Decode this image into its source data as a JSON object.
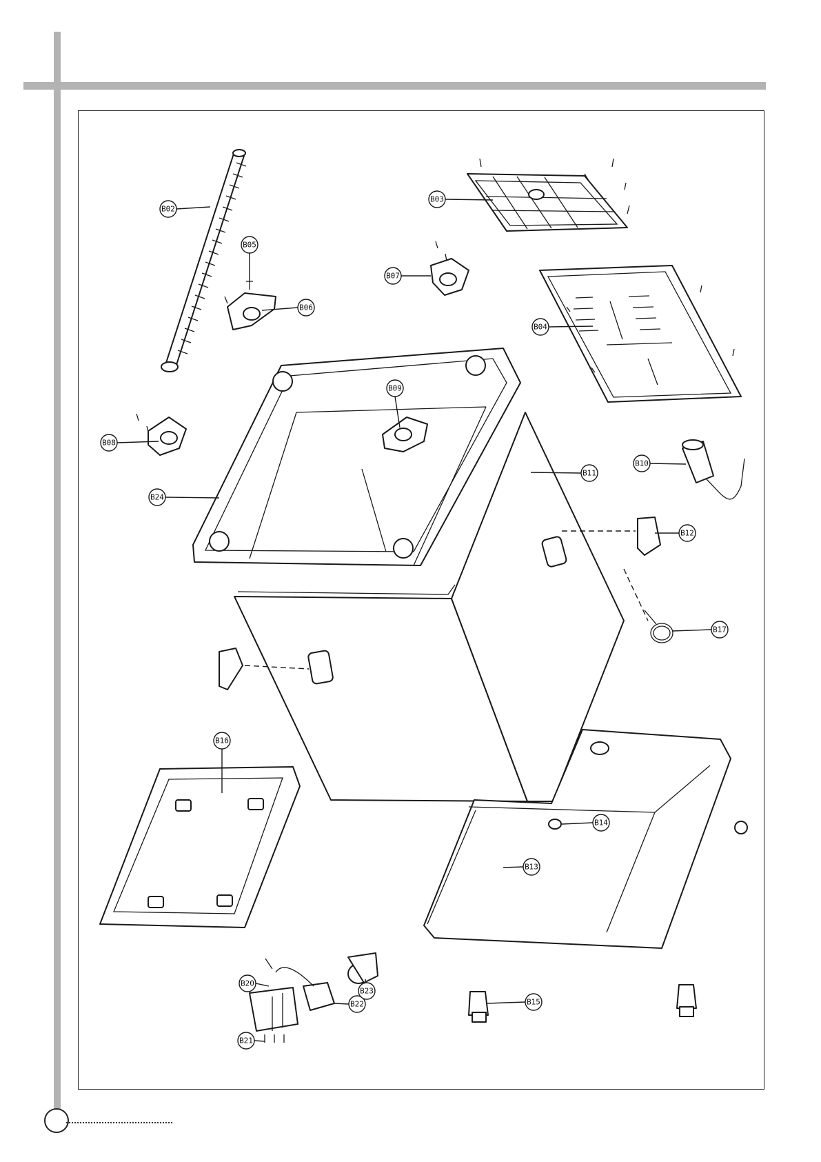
{
  "callouts": [
    "B02",
    "B03",
    "B04",
    "B05",
    "B06",
    "B07",
    "B08",
    "B09",
    "B10",
    "B11",
    "B12",
    "B13",
    "B14",
    "B15",
    "B16",
    "B17",
    "B20",
    "B21",
    "B22",
    "B23",
    "B24"
  ],
  "colors": {
    "line": "#1a1a1a",
    "rule": "#b3b3b3",
    "background": "#ffffff"
  }
}
